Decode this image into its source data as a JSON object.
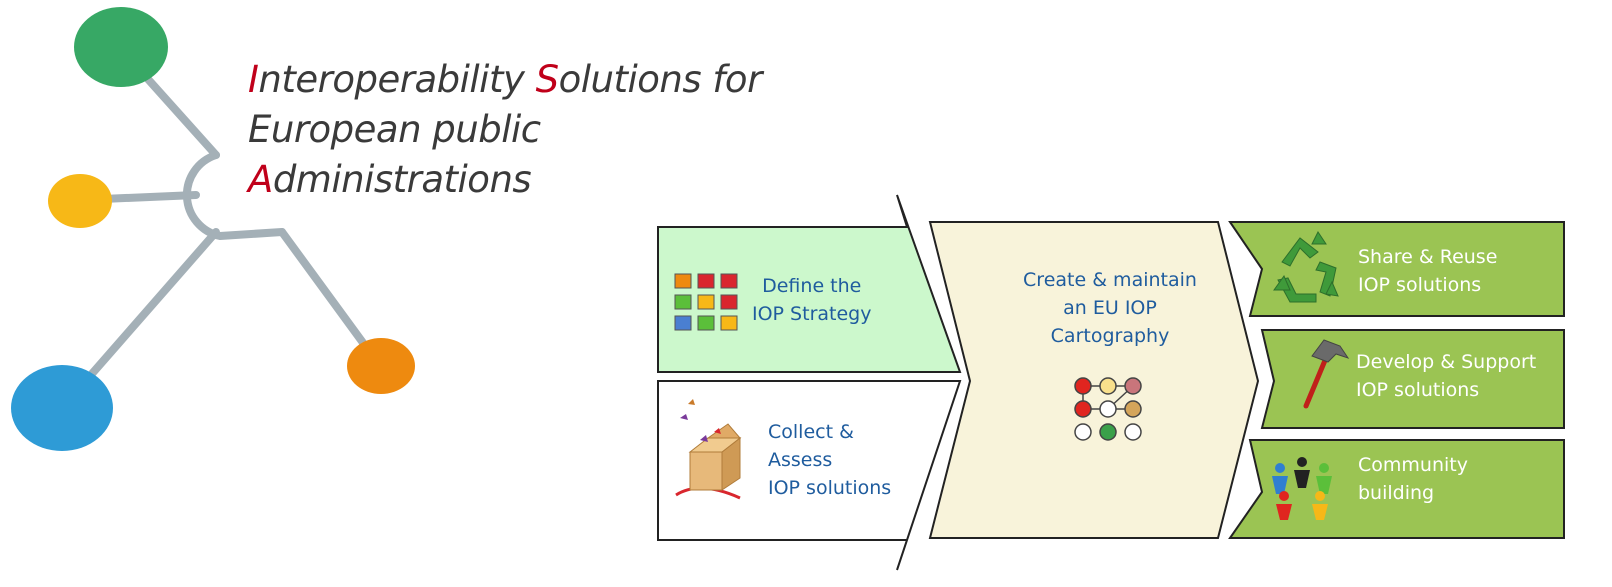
{
  "title": {
    "line1": {
      "initial": "I",
      "rest": "nteroperability ",
      "initial2": "S",
      "rest2": "olutions for"
    },
    "line2": "European public",
    "line3": {
      "initial": "A",
      "rest": "dministrations"
    }
  },
  "logo": {
    "node_colors": [
      "#37a865",
      "#f7b817",
      "#2e9bd6",
      "#ee8a0f"
    ],
    "connector_color": "#a4b0b7"
  },
  "process": {
    "define": {
      "line1": "Define the",
      "line2": "IOP Strategy"
    },
    "collect": {
      "line1": "Collect &",
      "line2": "Assess",
      "line3": "IOP solutions"
    },
    "create": {
      "line1": "Create & maintain",
      "line2": "an EU IOP",
      "line3": "Cartography"
    },
    "share": {
      "line1": "Share & Reuse",
      "line2": "IOP solutions"
    },
    "develop": {
      "line1": "Develop & Support",
      "line2": "IOP solutions"
    },
    "community": {
      "line1": "Community",
      "line2": "building"
    }
  },
  "colors": {
    "define_fill": "#ccf8cc",
    "create_fill": "#f8f3da",
    "green_fill": "#9bc453",
    "text_blue": "#1f5c9e",
    "accent_red": "#c0001a"
  }
}
